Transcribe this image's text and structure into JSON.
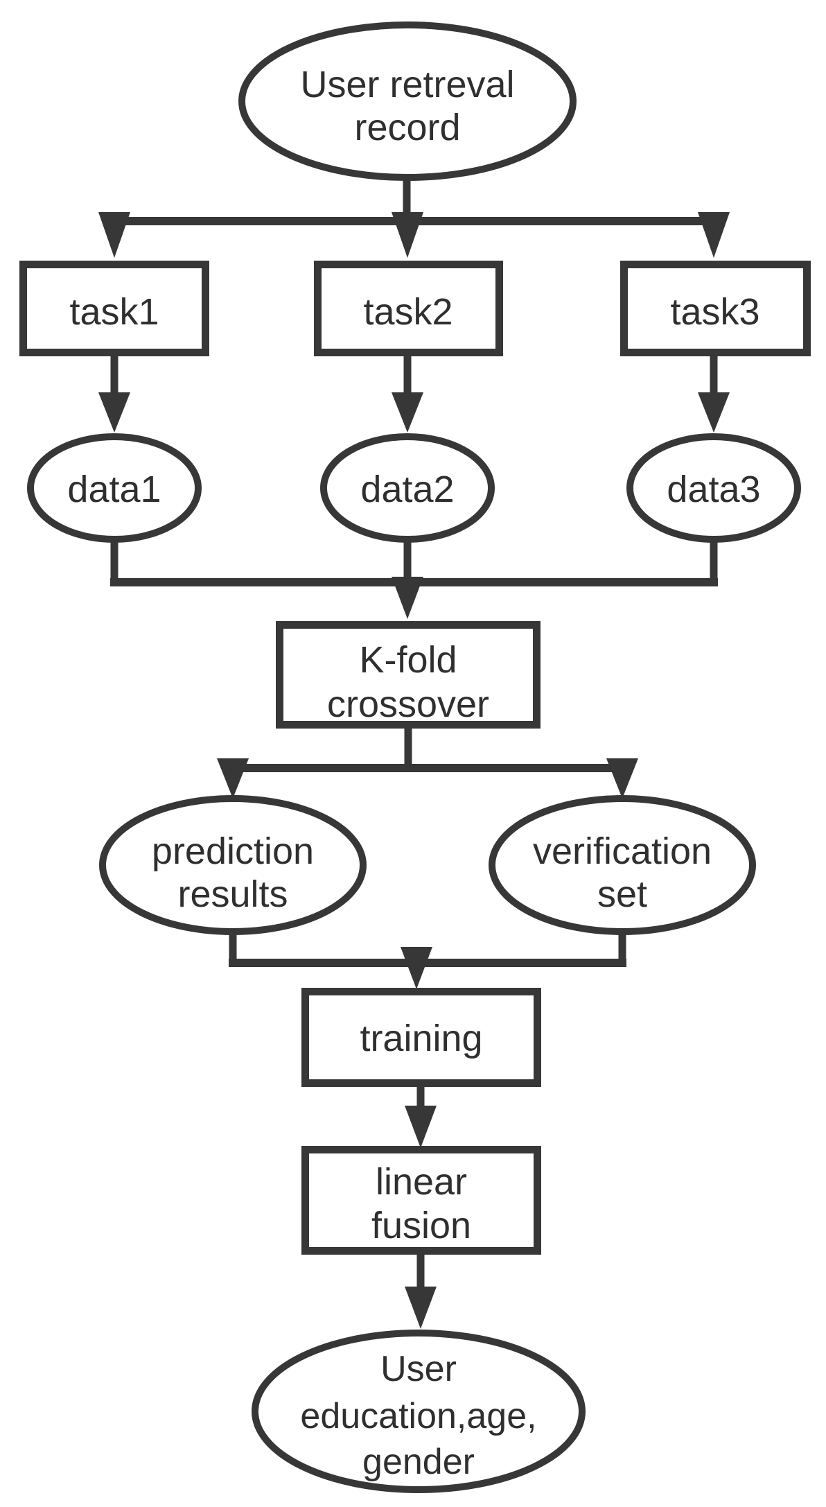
{
  "colors": {
    "stroke": "#373737",
    "text": "#2f2f2f",
    "background": "#ffffff"
  },
  "nodes": {
    "source": {
      "type": "ellipse",
      "lines": [
        "User retreval",
        "record"
      ]
    },
    "task1": {
      "type": "rect",
      "label": "task1"
    },
    "task2": {
      "type": "rect",
      "label": "task2"
    },
    "task3": {
      "type": "rect",
      "label": "task3"
    },
    "data1": {
      "type": "ellipse",
      "label": "data1"
    },
    "data2": {
      "type": "ellipse",
      "label": "data2"
    },
    "data3": {
      "type": "ellipse",
      "label": "data3"
    },
    "kfold": {
      "type": "rect",
      "lines": [
        "K-fold",
        "crossover"
      ]
    },
    "prediction": {
      "type": "ellipse",
      "lines": [
        "prediction",
        "results"
      ]
    },
    "verification": {
      "type": "ellipse",
      "lines": [
        "verification",
        "set"
      ]
    },
    "training": {
      "type": "rect",
      "label": "training"
    },
    "fusion": {
      "type": "rect",
      "lines": [
        "linear",
        "fusion"
      ]
    },
    "output": {
      "type": "ellipse",
      "lines": [
        "User",
        "education,age,",
        "gender"
      ]
    }
  }
}
